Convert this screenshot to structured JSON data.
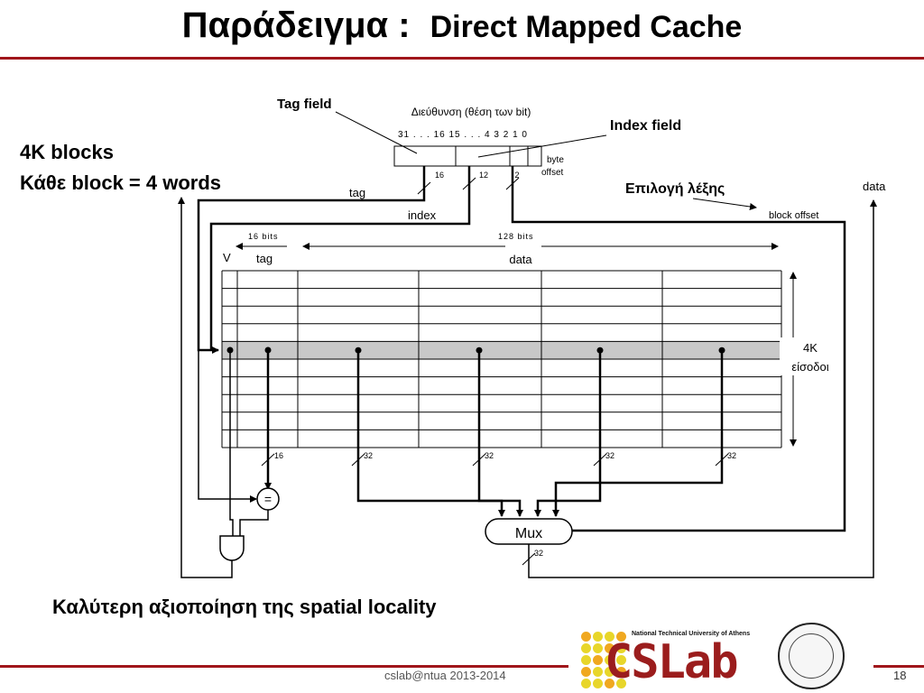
{
  "slide": {
    "title_greek": "Παράδειγμα :",
    "title_english": "Direct Mapped Cache",
    "note_blocks": "4K blocks",
    "note_block_size": "Κάθε block = 4 words",
    "note_bottom": "Καλύτερη αξιοποίηση της spatial locality",
    "footer": "cslab@ntua 2013-2014",
    "page_number": "18"
  },
  "diagram": {
    "tag_field_label": "Tag field",
    "index_field_label": "Index field",
    "address_caption": "Διεύθυνση (θέση των bit)",
    "bit_positions": "31 . . . 16 15 . . . 4 3 2 1 0",
    "tag_bits_under": "16",
    "index_bits_under": "12",
    "offset_bits_under": "2",
    "byte_offset_line1": "byte",
    "byte_offset_line2": "offset",
    "tag_bus_label": "tag",
    "index_bus_label": "index",
    "word_select_label": "Επιλογή λέξης",
    "block_offset_label": "block  offset",
    "data_output_label": "data",
    "tag_width_label": "16 bits",
    "data_width_label": "128 bits",
    "valid_col_label": "V",
    "tag_col_label": "tag",
    "data_col_label": "data",
    "entries_count": "4K",
    "entries_word": "είσοδοι",
    "comparator_symbol": "=",
    "mux_label": "Mux",
    "tag_out_bits": "16",
    "word_bus_bits": "32",
    "mux_out_bits": "32"
  },
  "logo": {
    "lab_name": "CSLab",
    "university": "National Technical University of Athens",
    "colors": {
      "accent_red": "#9b1d1d",
      "rule_red": "#a0161b",
      "dot_yellow": "#e8d62a",
      "dot_orange": "#f0a820",
      "row_highlight": "#c8c8c8"
    },
    "seal_icon": "ntua-seal-icon"
  }
}
